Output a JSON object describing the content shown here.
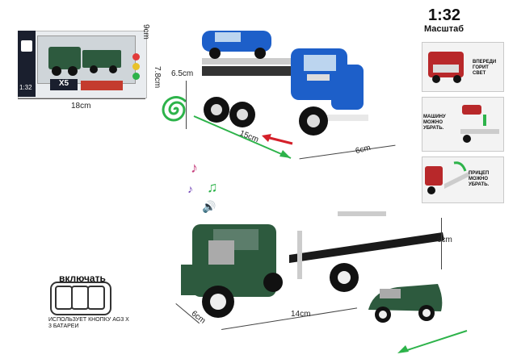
{
  "scale": {
    "value": "1:32",
    "label": "Масштаб"
  },
  "box": {
    "height": "9cm",
    "width": "18cm",
    "depth": "7.8cm",
    "scale_text": "1:32",
    "logo_text": "X5"
  },
  "blue_truck": {
    "height": "6.5cm",
    "length": "15cm",
    "width": "6cm"
  },
  "green_truck": {
    "height": "6cm",
    "length": "14cm",
    "width": "6cm"
  },
  "features": [
    {
      "text": "ВПЕРЕДИ ГОРИТ СВЕТ"
    },
    {
      "text": "МАШИНУ МОЖНО УБРАТЬ."
    },
    {
      "text": "ПРИЦЕП МОЖНО УБРАТЬ."
    }
  ],
  "battery": {
    "title": "включать",
    "note": "ИСПОЛЬЗУЕТ КНОПКУ AG3 X 3 БАТАРЕИ"
  },
  "colors": {
    "blue": "#1d5fc9",
    "green": "#2d5a3e",
    "arrow_green": "#2db34a",
    "arrow_red": "#d4202a"
  }
}
